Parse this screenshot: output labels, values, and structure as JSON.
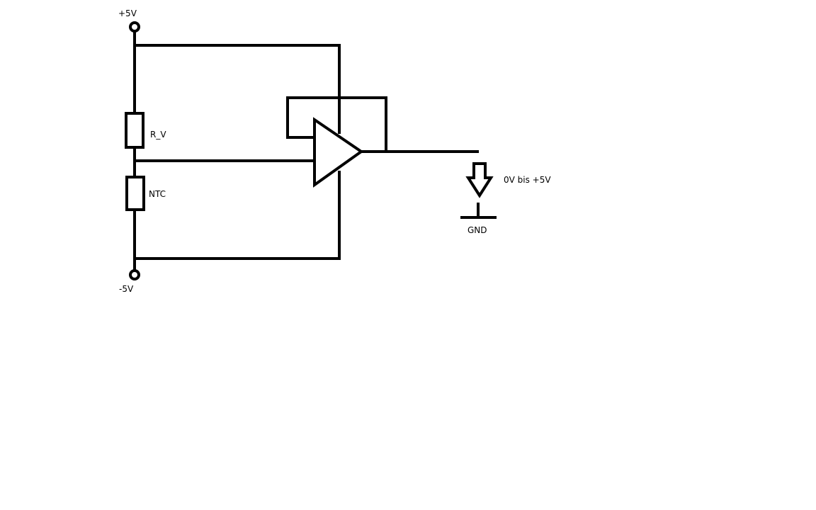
{
  "labels": {
    "supply_positive": "+5V",
    "supply_negative": "-5V",
    "resistor_rv": "R_V",
    "resistor_ntc": "NTC",
    "output_range": "0V bis +5V",
    "ground": "GND"
  },
  "colors": {
    "background": "#ffffff",
    "stroke": "#000000"
  }
}
